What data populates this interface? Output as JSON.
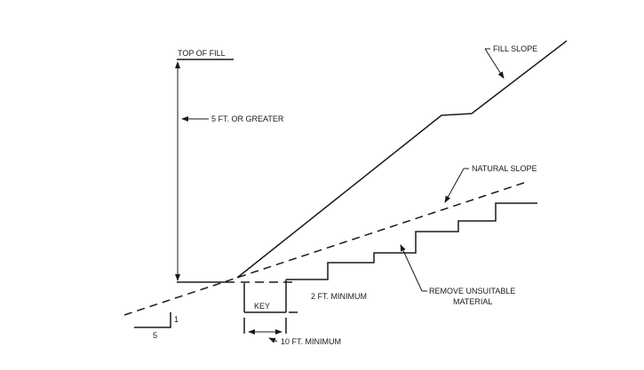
{
  "diagram": {
    "type": "cross-section",
    "labels": {
      "top_of_fill": "TOP OF FILL",
      "height_min": "5 FT. OR GREATER",
      "fill_slope": "FILL SLOPE",
      "natural_slope": "NATURAL SLOPE",
      "remove_line1": "REMOVE UNSUITABLE",
      "remove_line2": "MATERIAL",
      "key_depth": "2 FT. MINIMUM",
      "key": "KEY",
      "key_width": "10 FT. MINIMUM",
      "ratio_rise": "1",
      "ratio_run": "5"
    },
    "colors": {
      "line": "#1a1a1a",
      "background": "#ffffff"
    }
  }
}
